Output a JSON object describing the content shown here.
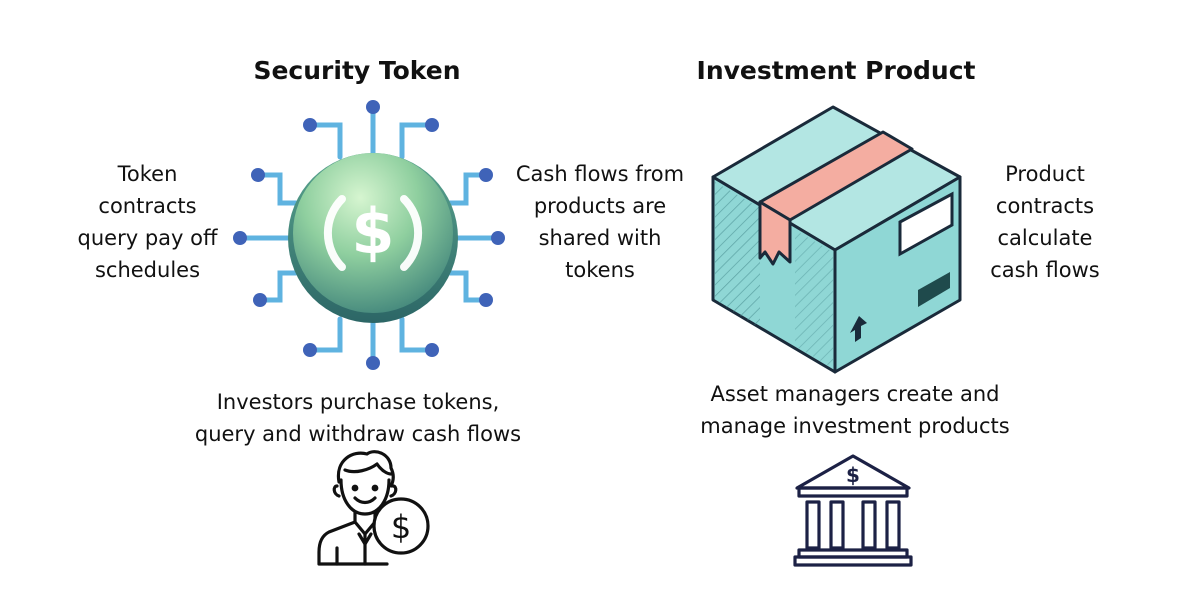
{
  "titles": {
    "security_token": "Security Token",
    "investment_product": "Investment Product"
  },
  "labels": {
    "token_contracts": "Token\ncontracts\nquery pay off\nschedules",
    "cash_flows_shared": "Cash flows from\nproducts are\nshared with\ntokens",
    "product_contracts": "Product\ncontracts\ncalculate\ncash flows",
    "investors": "Investors purchase tokens,\nquery and withdraw cash flows",
    "asset_managers": "Asset managers create and\nmanage investment products"
  },
  "icons": {
    "coin_symbol": "$",
    "investor_coin_symbol": "$",
    "bank_symbol": "$"
  },
  "colors": {
    "circuit_line": "#5fb3e0",
    "circuit_node": "#3f63b8",
    "coin_light": "#c6efc4",
    "coin_dark": "#3e8a7a",
    "box_face": "#8fd7d5",
    "box_tape": "#f4ada1",
    "outline": "#1a2a3a",
    "bank": "#1c2145"
  }
}
